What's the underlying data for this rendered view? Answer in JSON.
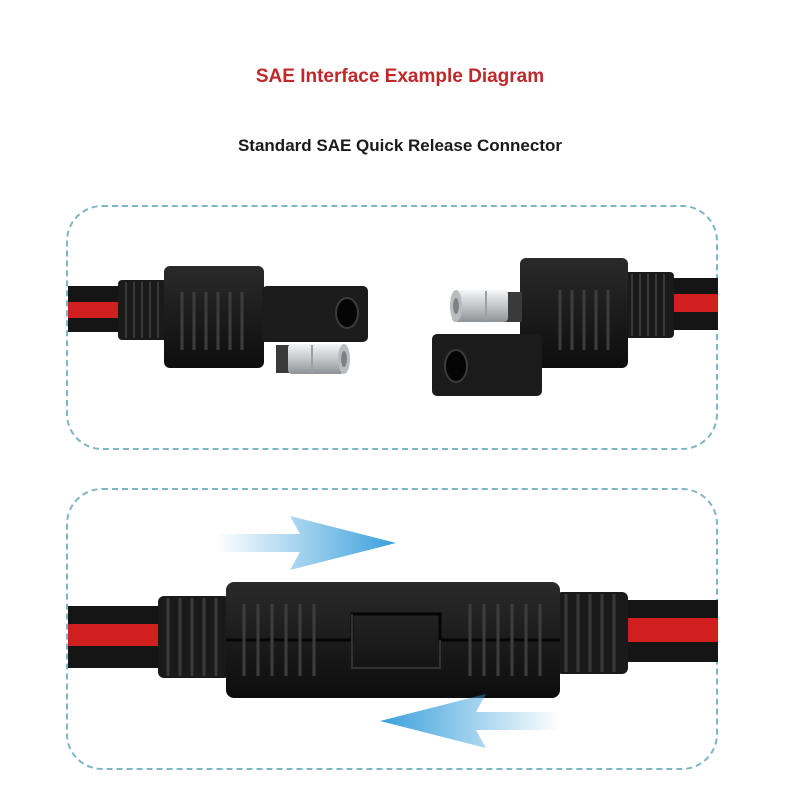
{
  "header": {
    "title": "SAE Interface Example Diagram",
    "subtitle": "Standard SAE Quick Release Connector"
  },
  "colors": {
    "title": "#c0282a",
    "panel_border": "#7fb6c6",
    "arrow": "#3aa0dc",
    "wire_red": "#d11f1f",
    "wire_black": "#151515",
    "connector_body": "#1c1c1c",
    "pin_metal": "#cfd3d6"
  },
  "panels": [
    {
      "name": "disconnected-view",
      "icon": "sae-connectors-unplugged"
    },
    {
      "name": "connected-view",
      "icon": "sae-connectors-plugged",
      "arrows": [
        "right-arrow-icon",
        "left-arrow-icon"
      ]
    }
  ]
}
